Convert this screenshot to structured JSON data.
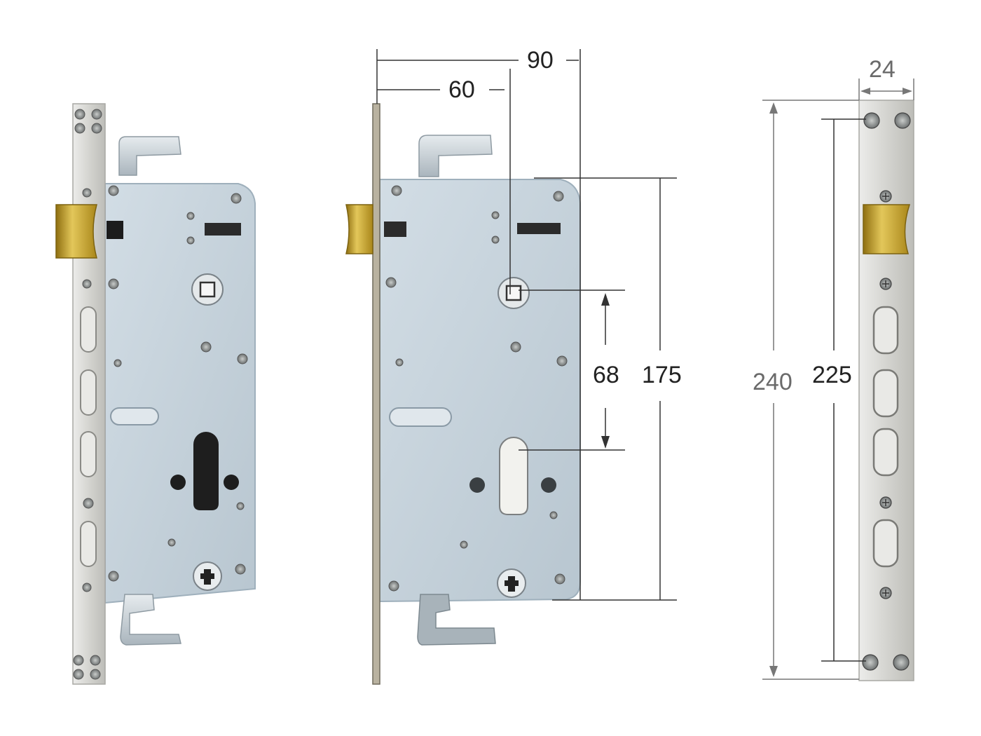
{
  "dimensions": {
    "width_90": "90",
    "width_60": "60",
    "height_68": "68",
    "height_175": "175",
    "height_240": "240",
    "height_225": "225",
    "width_24": "24"
  },
  "colors": {
    "body_plate": "#c7d3dc",
    "body_plate_edge": "#9fb0bc",
    "faceplate": "#d9d9d6",
    "faceplate_edge": "#a8a8a4",
    "latch_brass": "#c9a62a",
    "screw": "#8c8f8f",
    "slot_dark": "#3a3a3a",
    "dim_line": "#333333",
    "dim_line_light": "#777777"
  },
  "views": {
    "left": "lock-body-front-view-with-faceplate",
    "middle": "lock-body-side-dimensioned-view",
    "right": "faceplate-front-view"
  }
}
